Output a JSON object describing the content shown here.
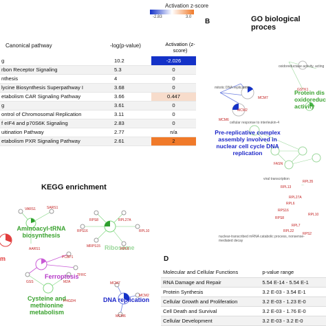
{
  "scale": {
    "title": "Activation z-score",
    "min": "-2.83",
    "max": "3.0",
    "colors": {
      "negative": "#1432c8",
      "positive": "#f07a2a"
    }
  },
  "panelA": {
    "header": {
      "pathway": "Canonical pathway",
      "logp": "-log(p-value)",
      "zscore": "Activation (z-score)"
    },
    "rows": [
      {
        "name": "g",
        "logp": "10.2",
        "z": "-2.026",
        "color": "#1432c8",
        "zcolor": "#fff"
      },
      {
        "name": "rbon Receptor Signaling",
        "logp": "5.3",
        "z": "0",
        "color": "",
        "zcolor": "#111"
      },
      {
        "name": "nthesis",
        "logp": "4",
        "z": "0",
        "color": "",
        "zcolor": "#111"
      },
      {
        "name": "lycine Biosynthesis Superpathway I",
        "logp": "3.68",
        "z": "0",
        "color": "",
        "zcolor": "#111"
      },
      {
        "name": "etabolism CAR Signaling Pathway",
        "logp": "3.66",
        "z": "0.447",
        "color": "#f7dccb",
        "zcolor": "#111"
      },
      {
        "name": "g",
        "logp": "3.61",
        "z": "0",
        "color": "",
        "zcolor": "#111"
      },
      {
        "name": "ontrol of Chromosomal Replication",
        "logp": "3.11",
        "z": "0",
        "color": "",
        "zcolor": "#111"
      },
      {
        "name": "f eIF4 and p70S6K Signaling",
        "logp": "2.83",
        "z": "0",
        "color": "",
        "zcolor": "#111"
      },
      {
        "name": "uitination Pathway",
        "logp": "2.77",
        "z": "n/a",
        "color": "",
        "zcolor": "#111"
      },
      {
        "name": "etabolism PXR Signaling Pathway",
        "logp": "2.61",
        "z": "2",
        "color": "#f07a2a",
        "zcolor": "#111"
      }
    ]
  },
  "panelB": {
    "letter": "B",
    "title": "GO biological proces",
    "labels": {
      "oxidoreductase": "oxidoreductase activity, acting",
      "mitotic": "mitotic DNA replication",
      "interleukin": "cellular response to interleukin-4",
      "viral": "viral transcription",
      "nmd": "nuclear-transcribed mRNA catabolic process, nonsense-mediated decay",
      "prerep": "Pre-replicative complex assembly involved in nuclear cell cycle DNA replication",
      "protein_dis": "Protein dis oxidoreduc activity"
    },
    "genes": {
      "gstk1": "GSTK1",
      "mcm2": "MCM2",
      "mcm7": "MCM7",
      "mcm6": "MCM6",
      "fasn": "FASN",
      "rpl35": "RPL35",
      "rpl13": "RPL13",
      "rpl27a": "RPL27A",
      "rpl6": "RPL6",
      "rps16": "RPS16",
      "rps8": "RPS8",
      "rpl7": "RPL7",
      "rpl10": "RPL10",
      "rpl22": "RPL22",
      "rps2": "RPS2"
    }
  },
  "panelC": {
    "title": "KEGG enrichment",
    "terms": {
      "aminoacyl": "Aminoacyl-tRNA biosynthesis",
      "ferroptosis": "Ferroptosis",
      "ribosome": "Ribosome",
      "cysteine": "Cysteine and methionine metabolism",
      "dnarep": "DNA replication",
      "cut": "m"
    },
    "genes": {
      "vars1": "VARS1",
      "sars1": "SARS1",
      "aars1": "AARS1",
      "pcbp1": "PCBP1",
      "tfrc": "TFRC",
      "gss": "GSS",
      "phgdh": "PHGDH",
      "mat2": "M2A",
      "rpl27a": "RPL27A",
      "rps8": "RPS8",
      "rps16": "RPS16",
      "rpl": "RPL10",
      "mrps15": "MRPS15",
      "rpl6": "RPL6",
      "mcm7": "MCM7",
      "mcm2": "MCM2",
      "mcm6": "MCM6"
    }
  },
  "panelD": {
    "letter": "D",
    "header": {
      "fn": "Molecular and Cellular Functions",
      "pv": "p-value range"
    },
    "rows": [
      {
        "fn": "RNA Damage and Repair",
        "pv": "5.54 E-14 - 5.54 E-1"
      },
      {
        "fn": "Protein Synthesis",
        "pv": "3.2 E-03 - 3.54 E-1"
      },
      {
        "fn": "Cellular Growth and Proliferation",
        "pv": "3.2 E-03 - 1.23 E-0"
      },
      {
        "fn": "Cell Death and Survival",
        "pv": "3.2 E-03 - 1.76 E-0"
      },
      {
        "fn": "Cellular Development",
        "pv": "3.2 E-03 - 3.2 E-0"
      }
    ]
  }
}
